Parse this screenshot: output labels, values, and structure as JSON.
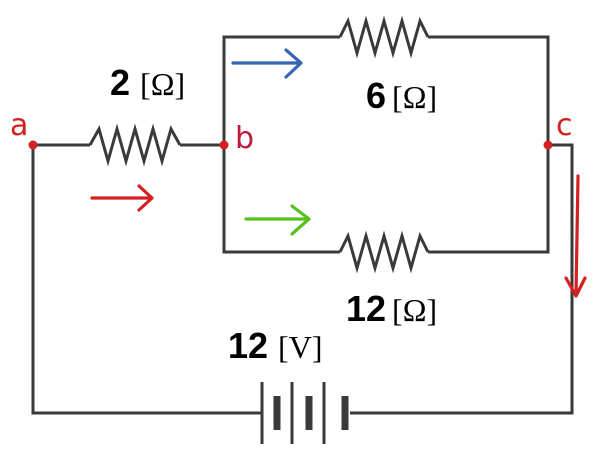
{
  "resistors": {
    "r1": {
      "value": "2",
      "unit": "[Ω]"
    },
    "r2": {
      "value": "6",
      "unit": "[Ω]"
    },
    "r3": {
      "value": "12",
      "unit": "[Ω]"
    }
  },
  "battery": {
    "value": "12",
    "unit": "[V]"
  },
  "nodes": {
    "a": "a",
    "b": "b",
    "c": "c"
  },
  "colors": {
    "wire": "#3a3a3a",
    "annotation_red": "#d42020",
    "arrow_blue": "#3466b4",
    "arrow_green": "#58c21c",
    "node_b_label": "#c0183a"
  }
}
